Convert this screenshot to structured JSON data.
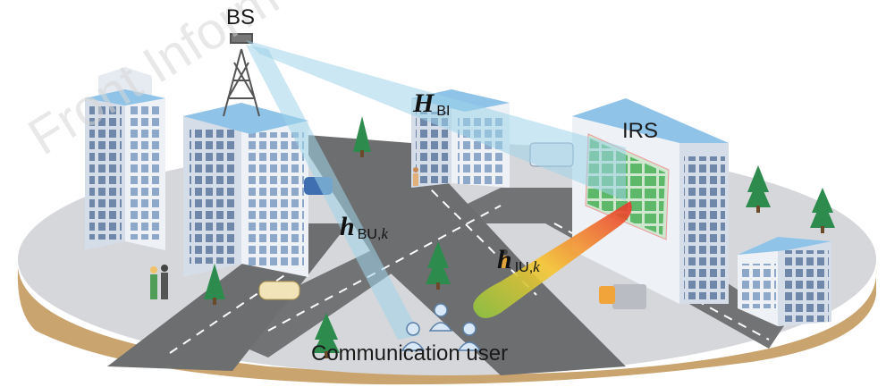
{
  "labels": {
    "bs": "BS",
    "irs": "IRS",
    "user": "Communication user"
  },
  "channels": {
    "h_bi": {
      "symbol": "H",
      "sub": "BI",
      "sub_k": ""
    },
    "h_bu": {
      "symbol": "h",
      "sub": "BU,",
      "sub_k": "k"
    },
    "h_iu": {
      "symbol": "h",
      "sub": "IU,",
      "sub_k": "k"
    }
  },
  "watermark": "Front Inform",
  "colors": {
    "beam": "#9fd4ea",
    "ground": "#d6d7da",
    "rim": "#c9a46e",
    "road": "#6d6e70",
    "building_wall": "#e6ebf2",
    "building_window": "#8ea8c9",
    "tree": "#2e8b4e",
    "irs_panel": "#6fbf73"
  }
}
